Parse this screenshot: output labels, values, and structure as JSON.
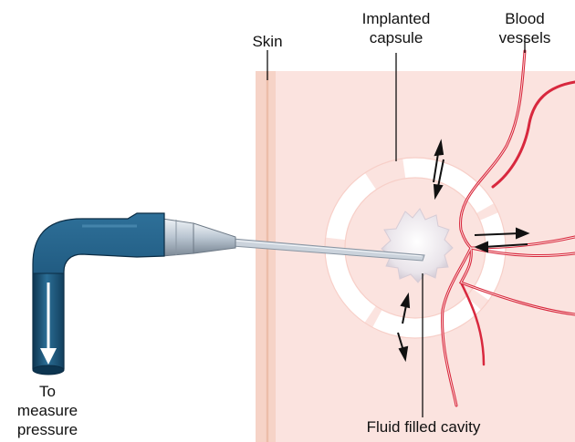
{
  "labels": {
    "skin": "Skin",
    "capsule_line1": "Implanted",
    "capsule_line2": "capsule",
    "vessels_line1": "Blood",
    "vessels_line2": "vessels",
    "cavity": "Fluid filled cavity",
    "pressure_line1": "To",
    "pressure_line2": "measure",
    "pressure_line3": "pressure"
  },
  "colors": {
    "tissue": "#fbe3df",
    "skin_edge": "#f3c9b8",
    "vessel": "#d8283e",
    "capsule": "#ffffff",
    "tube": "#1f5a7e",
    "arrow": "#111111"
  }
}
